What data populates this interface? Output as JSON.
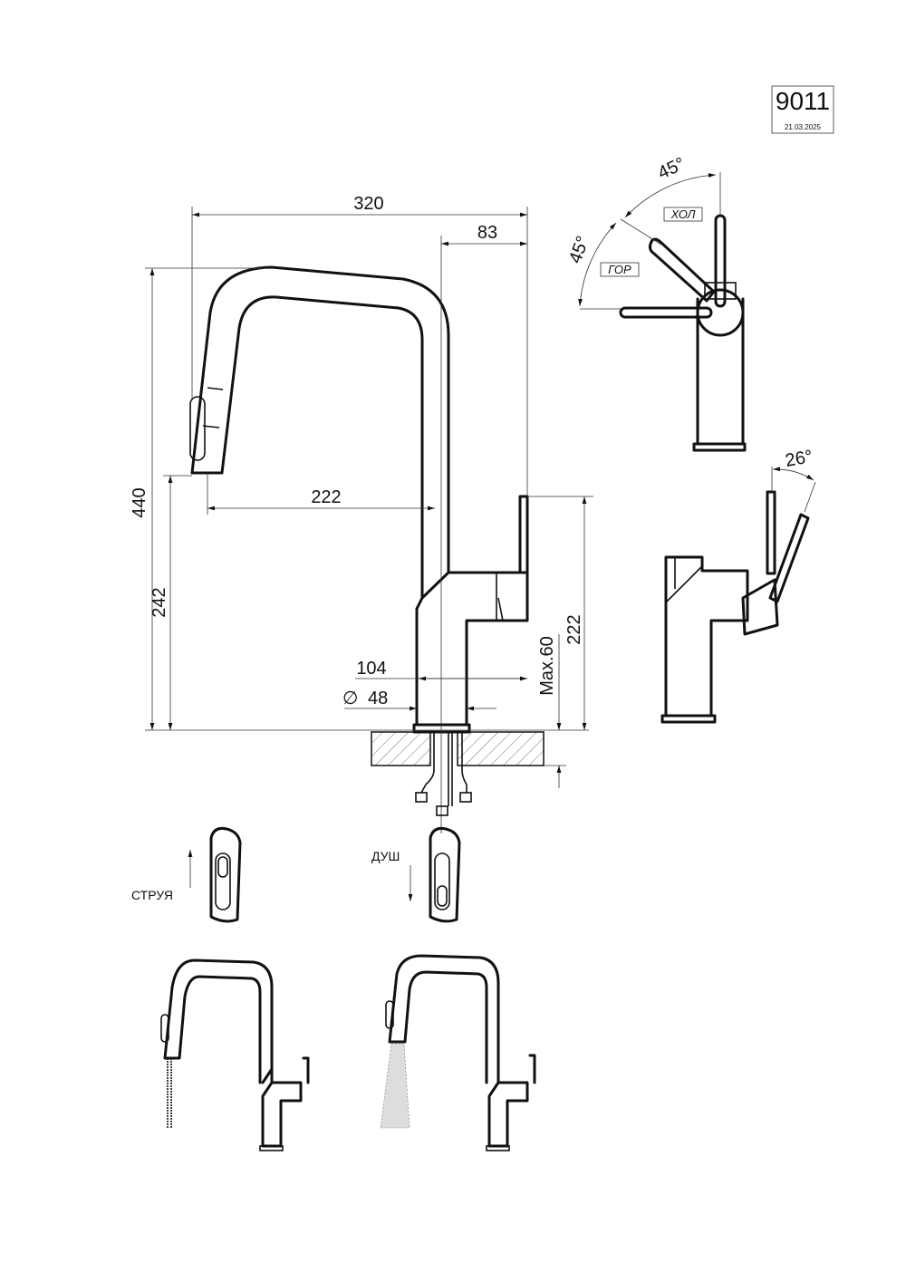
{
  "header": {
    "model": "9011",
    "date": "21.03.2025"
  },
  "dimensions": {
    "width_total": "320",
    "offset_lever": "83",
    "height_total": "440",
    "height_spout": "242",
    "reach": "222",
    "height_lever": "222",
    "body_depth": "104",
    "diameter": "48",
    "diameter_symbol": "∅",
    "counter_max": "Max.60"
  },
  "lever_view": {
    "angle_cold": "45°",
    "angle_hot": "45°",
    "label_cold": "ХОЛ",
    "label_hot": "ГОР"
  },
  "tilt_view": {
    "angle": "26°"
  },
  "modes": {
    "stream": "СТРУЯ",
    "shower": "ДУШ"
  }
}
